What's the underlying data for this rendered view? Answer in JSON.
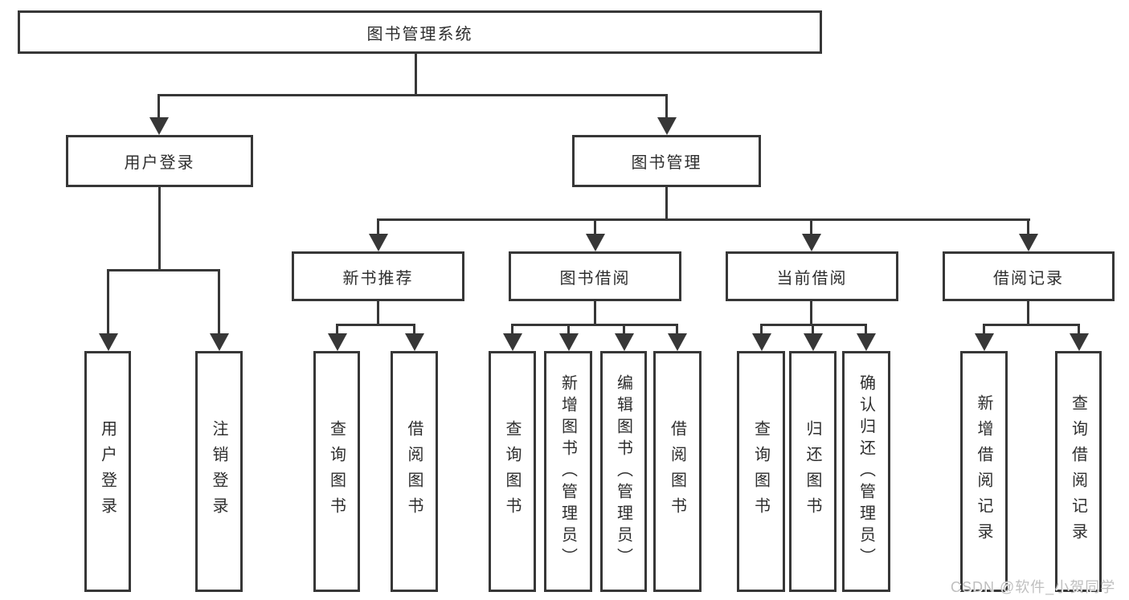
{
  "diagram": {
    "root": "图书管理系统",
    "level2": {
      "user_login": "用户登录",
      "book_management": "图书管理"
    },
    "level3": {
      "new_books": "新书推荐",
      "borrowing": "图书借阅",
      "current": "当前借阅",
      "records": "借阅记录"
    },
    "leaves": {
      "user_login": [
        "用户登录",
        "注销登录"
      ],
      "new_books": [
        "查询图书",
        "借阅图书"
      ],
      "borrowing": [
        "查询图书",
        "新增图书（管理员）",
        "编辑图书（管理员）",
        "借阅图书"
      ],
      "current": [
        "查询图书",
        "归还图书",
        "确认归还（管理员）"
      ],
      "records": [
        "新增借阅记录",
        "查询借阅记录"
      ]
    }
  },
  "watermark": "CSDN @软件_小贺同学"
}
